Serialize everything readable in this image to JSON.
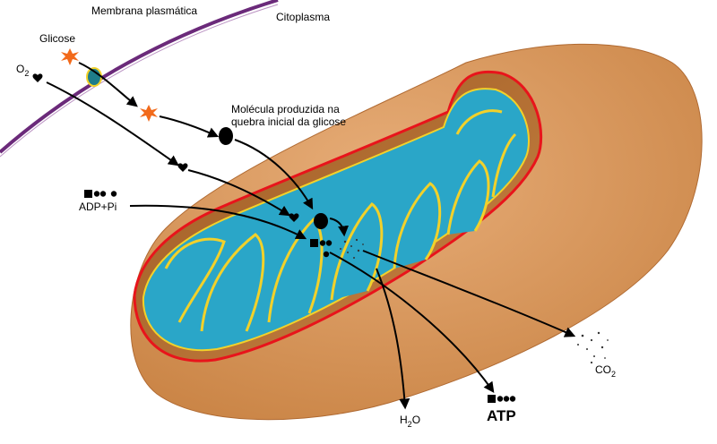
{
  "labels": {
    "membrane": "Membrana plasmática",
    "cytoplasm": "Citoplasma",
    "glucose": "Glicose",
    "o2_main": "O",
    "o2_sub": "2",
    "molecule": "Molécula produzida na\nquebra inicial da glicose",
    "adp": "ADP+Pi",
    "h2o_a": "H",
    "h2o_sub": "2",
    "h2o_b": "O",
    "atp": "ATP",
    "co2_main": "CO",
    "co2_sub": "2"
  },
  "colors": {
    "outer": "#d9935a",
    "outer_dark": "#b06a32",
    "membrane_red": "#e8141b",
    "matrix": "#2aa6c8",
    "inner_yellow": "#f2d12a",
    "plasma_membrane": "#6b2a7a",
    "glucose_star": "#f26a1b",
    "transporter": "#1e7d8a"
  },
  "icons": [
    "glucose-star-icon",
    "oxygen-heart-icon",
    "pyruvate-dot-icon",
    "adp-symbol-icon",
    "atp-symbol-icon",
    "co2-particles-icon"
  ]
}
